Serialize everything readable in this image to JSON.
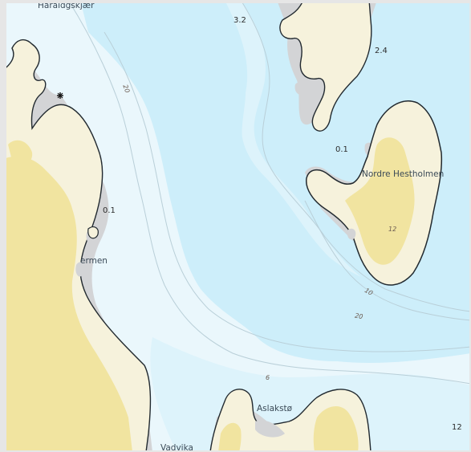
{
  "map": {
    "colors": {
      "deep_water": "#cdeefa",
      "mid_water": "#ddf3fb",
      "shallow_water": "#eaf7fc",
      "land": "#f6f2dc",
      "vegetation": "#f1e4a0",
      "rock": "#d3d4d6",
      "coastline": "#222a30",
      "contour": "#b9cfd8",
      "border": "#e6e6e6"
    },
    "place_names": {
      "top_left_partial": "Haraldgskjær",
      "left_partial": "ermen",
      "island_right": "Nordre Hestholmen",
      "island_bottom": "Aslakstø",
      "bottom_partial": "Vadvika"
    },
    "depth_soundings": {
      "top_center": "3.2",
      "top_right": "2.4",
      "right_island_west": "0.1",
      "left_shore": "0.1",
      "bottom_right": "12"
    },
    "contour_labels": {
      "left_20": "20",
      "right_10": "10",
      "right_20": "20",
      "island_12": "12",
      "bottom_6": "6"
    },
    "icons": {
      "landmark": "asterisk-landmark-icon"
    }
  }
}
